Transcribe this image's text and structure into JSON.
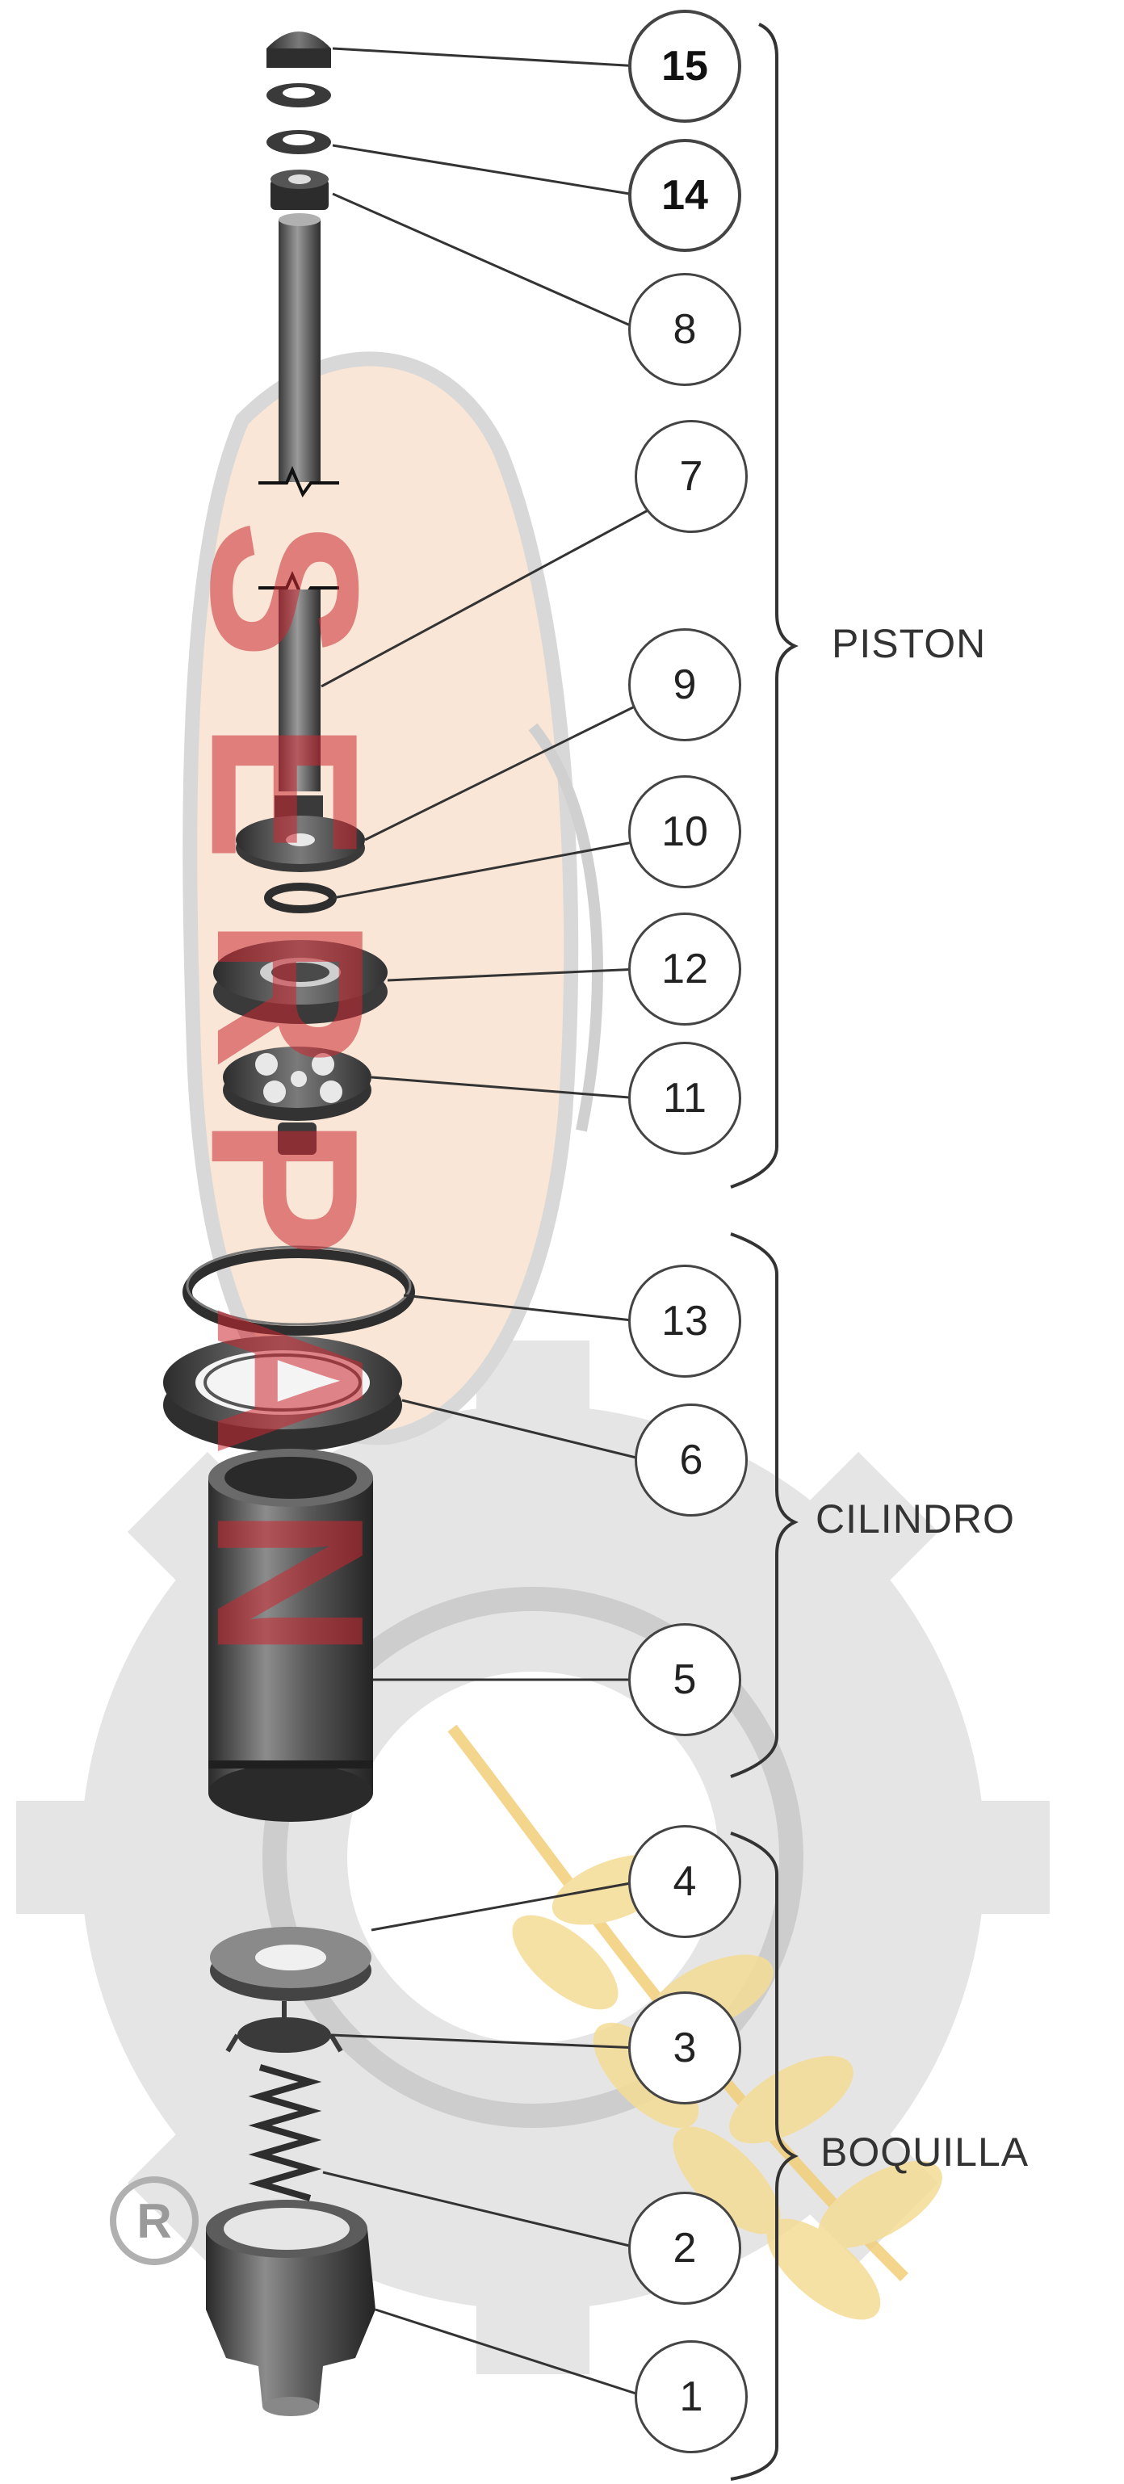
{
  "groups": {
    "piston": "PISTON",
    "cilindro": "CILINDRO",
    "boquilla": "BOQUILLA"
  },
  "callouts": {
    "c15": "15",
    "c14": "14",
    "c8": "8",
    "c7": "7",
    "c9": "9",
    "c10": "10",
    "c12": "12",
    "c11": "11",
    "c13": "13",
    "c6": "6",
    "c5": "5",
    "c4": "4",
    "c3": "3",
    "c2": "2",
    "c1": "1"
  },
  "watermark": {
    "text": "SERPAN",
    "registered_mark": "R",
    "color": "#cc2832",
    "gear_color": "#e0e0e0",
    "wheat_color": "#f5dc96"
  }
}
